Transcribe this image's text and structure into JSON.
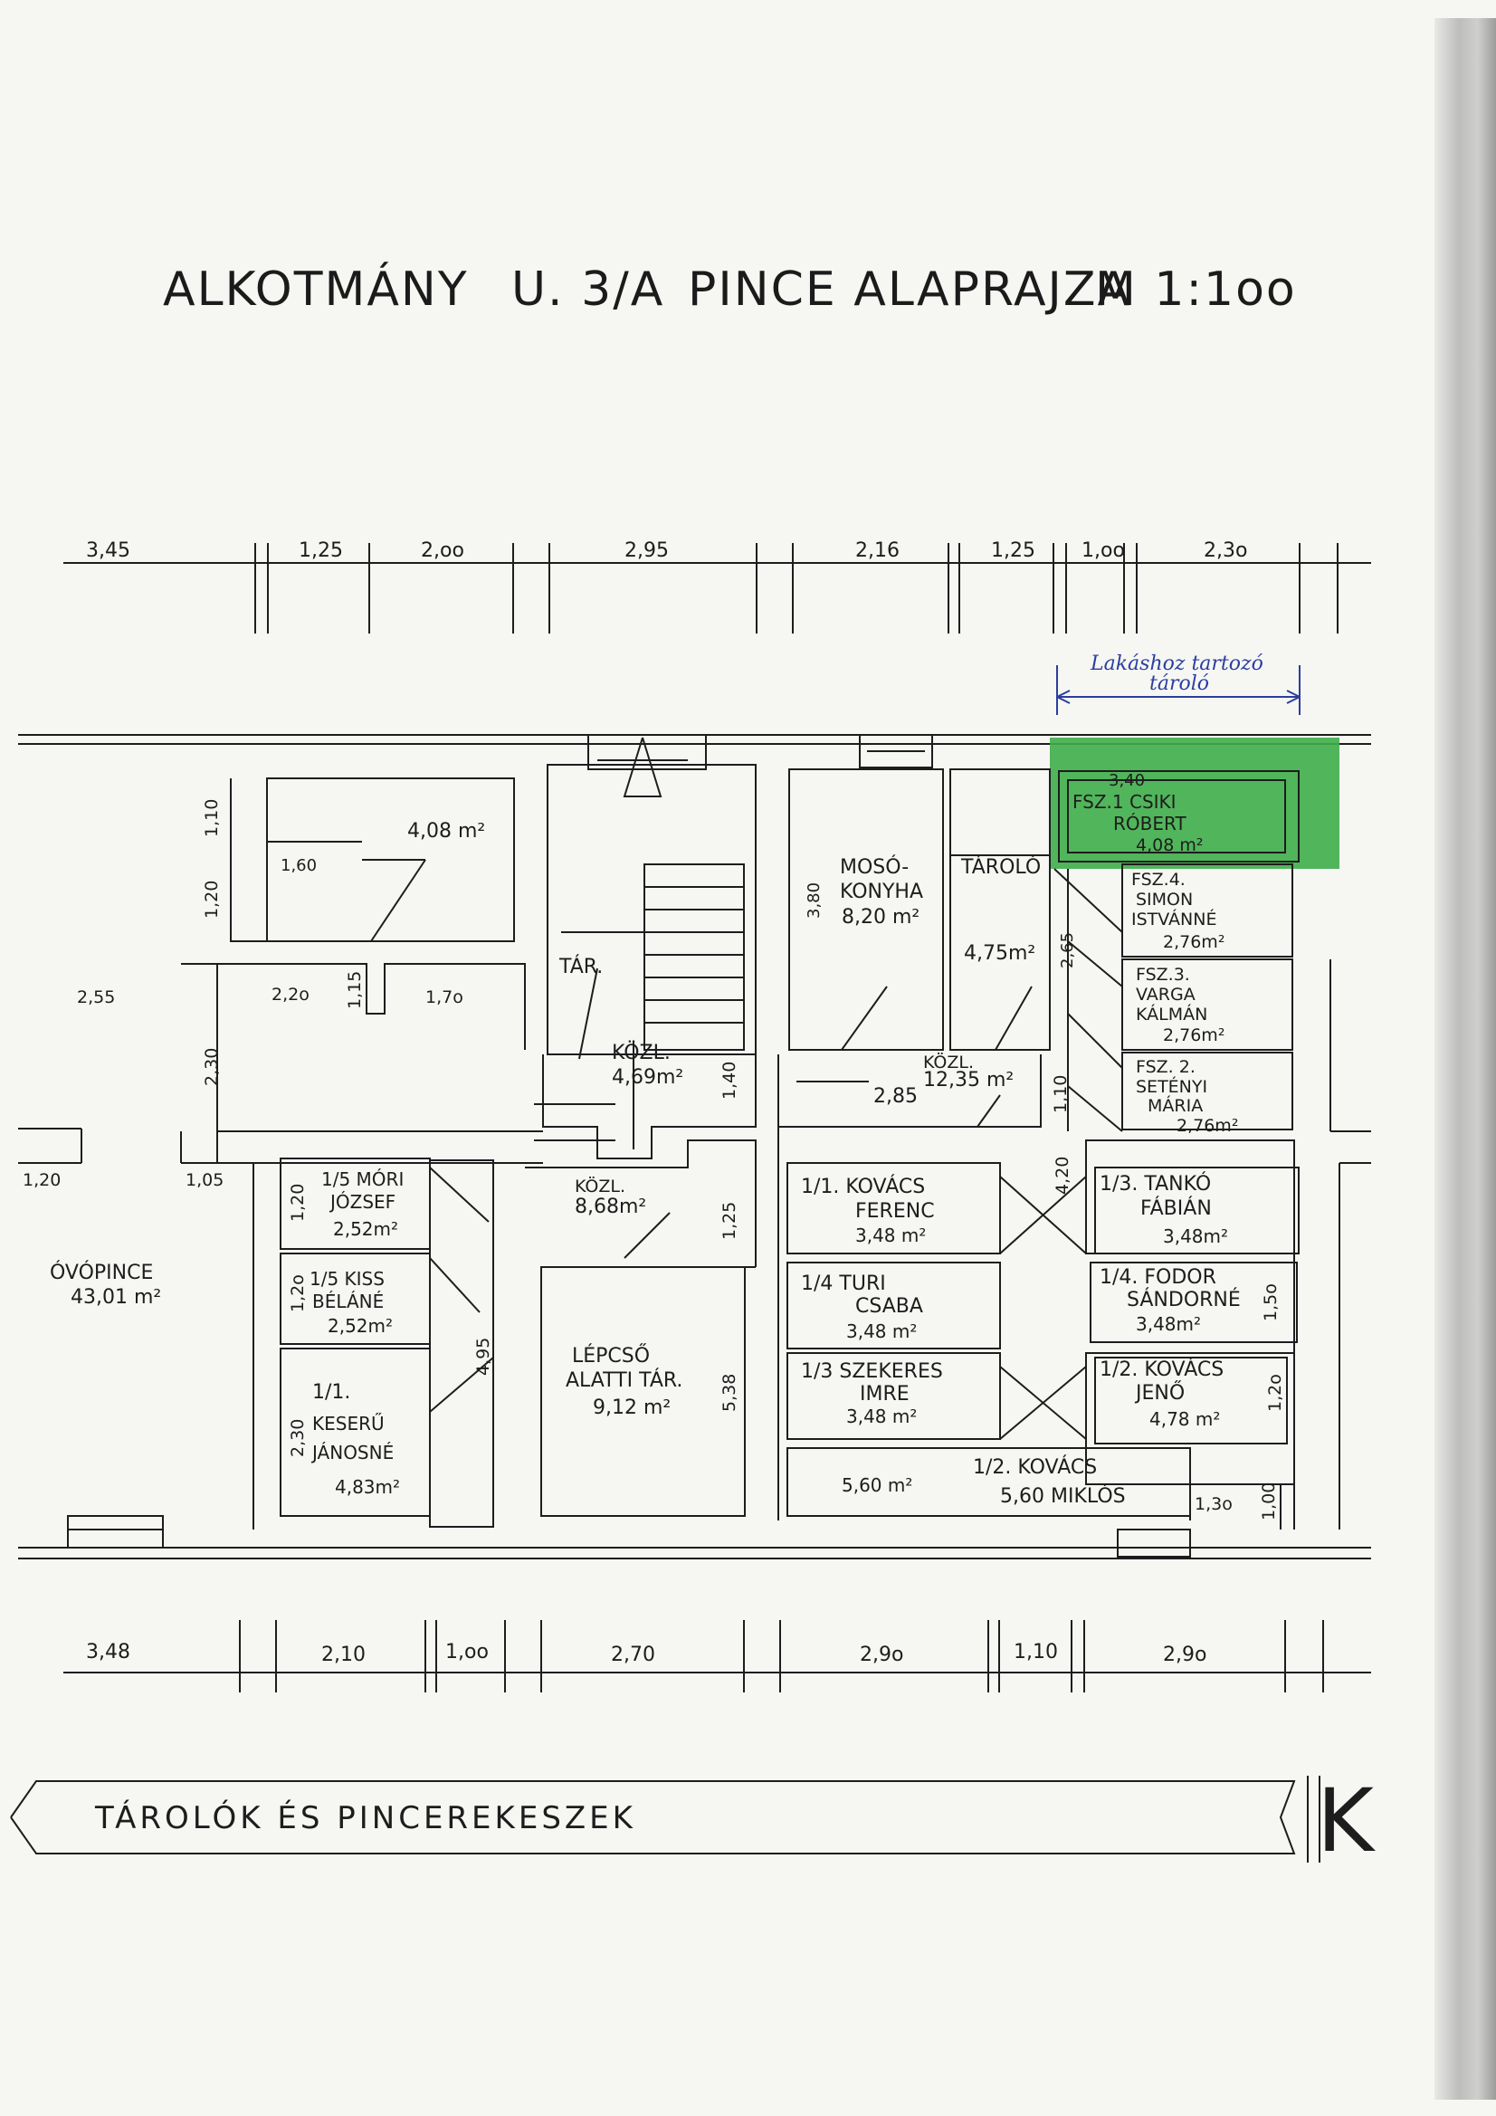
{
  "title": {
    "street": "ALKOTMÁNY",
    "number": "U. 3/A",
    "plan": "PINCE ALAPRAJZA",
    "scale": "M 1:1oo"
  },
  "top_dimensions": [
    "3,45",
    "1,25",
    "2,oo",
    "2,95",
    "2,16",
    "1,25",
    "1,oo",
    "2,3o"
  ],
  "bottom_dimensions": [
    "3,48",
    "2,10",
    "1,oo",
    "2,70",
    "2,9o",
    "1,10",
    "2,9o"
  ],
  "side_dimensions": [
    "1,10",
    "1,20",
    "2,55",
    "2,2o",
    "1,15",
    "1,7o",
    "2,30",
    "1,20",
    "1,05",
    "1,40",
    "1,10",
    "4,20",
    "1,25",
    "5,38",
    "4,95",
    "2,30",
    "1,20",
    "1,2o",
    "1,00",
    "1,3o",
    "1,2o",
    "1,5o"
  ],
  "storage_note": {
    "line1": "Lakáshoz tartozó",
    "line2": "tároló"
  },
  "highlight_color": "#3fae4a",
  "rooms": {
    "r408": {
      "area": "4,08 m²",
      "sub": "1,60"
    },
    "mosokonyha": {
      "name1": "MOSÓ-",
      "name2": "KONYHA",
      "area": "8,20 m²",
      "dim": "3,80"
    },
    "tarolo": {
      "name": "TÁROLÓ",
      "area": "4,75m²",
      "dim": "2,65"
    },
    "tar": {
      "name": "TÁR."
    },
    "kozl1": {
      "name": "KÖZL.",
      "area": "4,69m²"
    },
    "kozl2": {
      "name": "KÖZL.",
      "area": "12,35 m²",
      "dim": "2,85"
    },
    "kozl3": {
      "name": "KÖZL.",
      "area": "8,68m²"
    },
    "ovopince": {
      "name": "ÓVÓPINCE",
      "area": "43,01 m²"
    },
    "lepcso": {
      "name1": "LÉPCSŐ",
      "name2": "ALATTI TÁR.",
      "area": "9,12 m²"
    },
    "fsz1": {
      "name1": "FSZ.1 CSIKI",
      "name2": "RÓBERT",
      "area": "4,08 m²",
      "dim": "3,40"
    },
    "fsz4": {
      "name1": "FSZ.4.",
      "name2": "SIMON",
      "name3": "ISTVÁNNÉ",
      "area": "2,76m²"
    },
    "fsz3": {
      "name1": "FSZ.3.",
      "name2": "VARGA",
      "name3": "KÁLMÁN",
      "area": "2,76m²"
    },
    "fsz2": {
      "name1": "FSZ. 2.",
      "name2": "SETÉNYI",
      "name3": "MÁRIA",
      "area": "2,76m²"
    },
    "u11": {
      "name1": "1/1. KOVÁCS",
      "name2": "FERENC",
      "area": "3,48 m²"
    },
    "u14a": {
      "name1": "1/4 TURI",
      "name2": "CSABA",
      "area": "3,48 m²"
    },
    "u13a": {
      "name1": "1/3 SZEKERES",
      "name2": "IMRE",
      "area": "3,48 m²"
    },
    "u12b": {
      "area": "5,60 m²",
      "name1": "1/2. KOVÁCS",
      "name2": "5,60 MIKLÓS"
    },
    "u13b": {
      "name1": "1/3. TANKÓ",
      "name2": "FÁBIÁN",
      "area": "3,48m²"
    },
    "u14b": {
      "name1": "1/4. FODOR",
      "name2": "SÁNDORNÉ",
      "area": "3,48m²"
    },
    "u12a": {
      "name1": "1/2. KOVÁCS",
      "name2": "JENŐ",
      "area": "4,78 m²"
    },
    "u15": {
      "name1": "1/5 MÓRI",
      "name2": "JÓZSEF",
      "area": "2,52m²"
    },
    "u15b": {
      "name1": "1/5 KISS",
      "name2": "BÉLÁNÉ",
      "area": "2,52m²"
    },
    "u11b": {
      "name1": "1/1.",
      "name2": "KESERŰ",
      "name3": "JÁNOSNÉ",
      "area": "4,83m²"
    }
  },
  "footer": {
    "text": "TÁROLÓK ÉS PINCEREKESZEK",
    "mark": "K"
  }
}
